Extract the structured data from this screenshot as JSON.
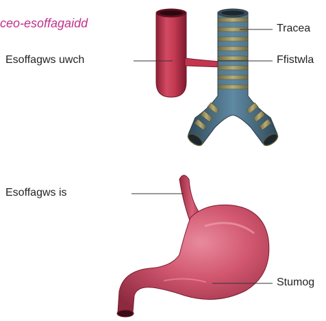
{
  "title": "ceo-esoffagaidd",
  "labels": {
    "upper_esophagus": "Esoffagws uwch",
    "trachea": "Tracea",
    "fistula": "Ffistwla",
    "lower_esophagus": "Esoffagws is",
    "stomach": "Stumog"
  },
  "colors": {
    "title": "#c0308a",
    "esophagus": "#c4364e",
    "stomach": "#d0566e",
    "trachea_ring": "#8c8450",
    "trachea_band": "#3d6e8a",
    "leader_line": "#333333"
  }
}
